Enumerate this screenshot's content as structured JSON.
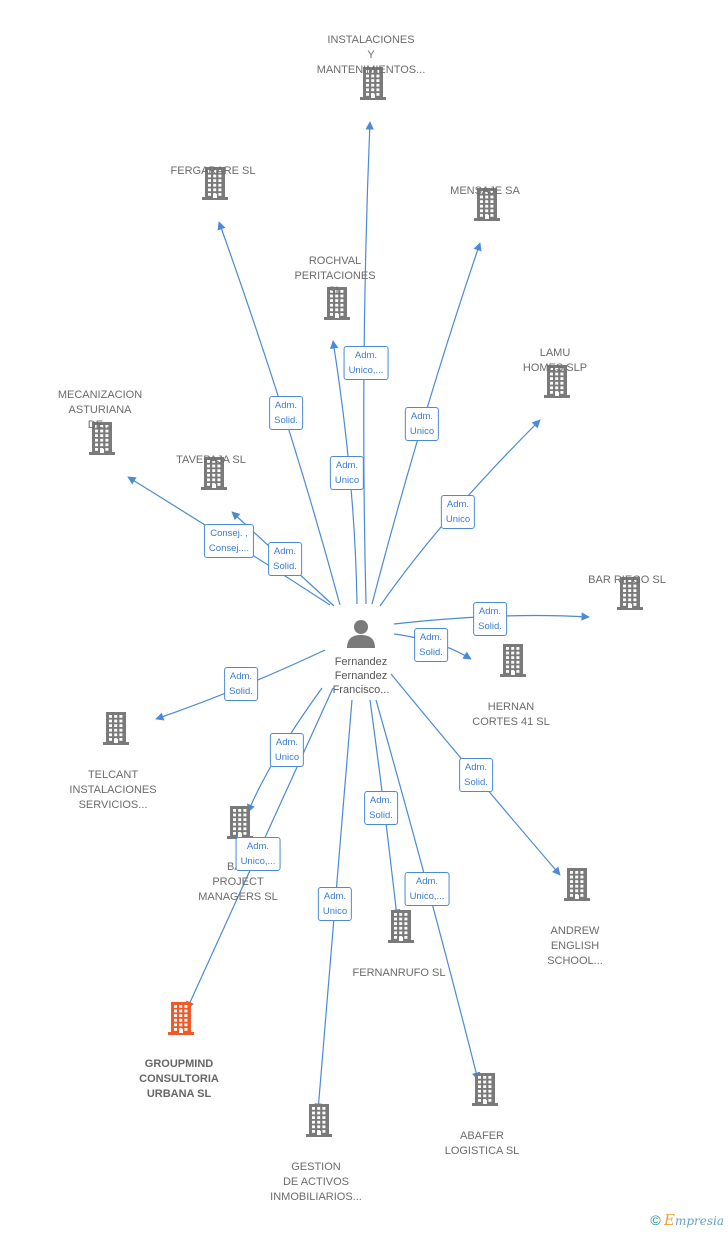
{
  "center": {
    "label_lines": [
      "Fernandez",
      "Fernandez",
      "Francisco..."
    ]
  },
  "colors": {
    "edge": "#4a8ad6",
    "building": "#7a7a7a",
    "highlight": "#f05a28",
    "person": "#7a7a7a"
  },
  "brand": {
    "copyright": "©",
    "initial": "E",
    "rest": "mpresia"
  },
  "nodes": [
    {
      "id": "instalaciones",
      "label_lines": [
        "INSTALACIONES",
        "Y",
        "MANTENIMIENTOS..."
      ]
    },
    {
      "id": "fergarare",
      "label_lines": [
        "FERGARARE SL"
      ]
    },
    {
      "id": "mensaje",
      "label_lines": [
        "MENSAJE SA"
      ]
    },
    {
      "id": "rochval",
      "label_lines": [
        "ROCHVAL",
        "PERITACIONES",
        "SL"
      ]
    },
    {
      "id": "lamu",
      "label_lines": [
        "LAMU",
        "HOMES SLP"
      ]
    },
    {
      "id": "mecanizacion",
      "label_lines": [
        "MECANIZACION",
        "ASTURIANA",
        "DE..."
      ]
    },
    {
      "id": "tavepaja",
      "label_lines": [
        "TAVEPAJA SL"
      ]
    },
    {
      "id": "bar_riego",
      "label_lines": [
        "BAR RIEGO SL"
      ]
    },
    {
      "id": "hernan",
      "label_lines": [
        "HERNAN",
        "CORTES 41 SL"
      ]
    },
    {
      "id": "telcant",
      "label_lines": [
        "TELCANT",
        "INSTALACIONES",
        "SERVICIOS..."
      ]
    },
    {
      "id": "bas",
      "label_lines": [
        "BAS",
        "PROJECT",
        "MANAGERS SL"
      ]
    },
    {
      "id": "andrew",
      "label_lines": [
        "ANDREW",
        "ENGLISH",
        "SCHOOL..."
      ]
    },
    {
      "id": "fernanrufo",
      "label_lines": [
        "FERNANRUFO SL"
      ]
    },
    {
      "id": "groupmind",
      "label_lines": [
        "GROUPMIND",
        "CONSULTORIA",
        "URBANA SL"
      ],
      "highlight": true
    },
    {
      "id": "abafer",
      "label_lines": [
        "ABAFER",
        "LOGISTICA SL"
      ]
    },
    {
      "id": "gestion",
      "label_lines": [
        "GESTION",
        "DE ACTIVOS",
        "INMOBILIARIOS..."
      ]
    }
  ],
  "relations": [
    {
      "target": "instalaciones",
      "lines": [
        "Adm.",
        "Unico,..."
      ]
    },
    {
      "target": "fergarare",
      "lines": [
        "Adm.",
        "Solid."
      ]
    },
    {
      "target": "mensaje",
      "lines": [
        "Adm.",
        "Unico"
      ]
    },
    {
      "target": "rochval",
      "lines": [
        "Adm.",
        "Unico"
      ]
    },
    {
      "target": "lamu",
      "lines": [
        "Adm.",
        "Unico"
      ]
    },
    {
      "target": "mecanizacion",
      "lines": [
        "Consej. ,",
        "Consej...."
      ]
    },
    {
      "target": "tavepaja",
      "lines": [
        "Adm.",
        "Solid."
      ]
    },
    {
      "target": "bar_riego",
      "lines": [
        "Adm.",
        "Solid."
      ]
    },
    {
      "target": "hernan",
      "lines": [
        "Adm.",
        "Solid."
      ]
    },
    {
      "target": "telcant",
      "lines": [
        "Adm.",
        "Solid."
      ]
    },
    {
      "target": "bas",
      "lines": [
        "Adm.",
        "Unico"
      ]
    },
    {
      "target": "andrew",
      "lines": [
        "Adm.",
        "Solid."
      ]
    },
    {
      "target": "fernanrufo",
      "lines": [
        "Adm.",
        "Solid."
      ]
    },
    {
      "target": "groupmind",
      "lines": [
        "Adm.",
        "Unico,..."
      ]
    },
    {
      "target": "abafer",
      "lines": [
        "Adm.",
        "Unico,..."
      ]
    },
    {
      "target": "gestion",
      "lines": [
        "Adm.",
        "Unico"
      ]
    }
  ]
}
